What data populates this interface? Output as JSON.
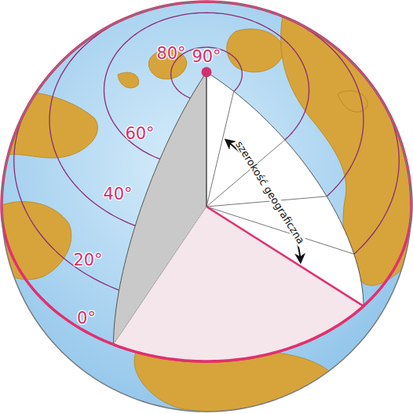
{
  "diagram": {
    "labels": [
      "90°",
      "80°",
      "60°",
      "40°",
      "20°",
      "0°",
      "szerokość geograficzna"
    ]
  }
}
